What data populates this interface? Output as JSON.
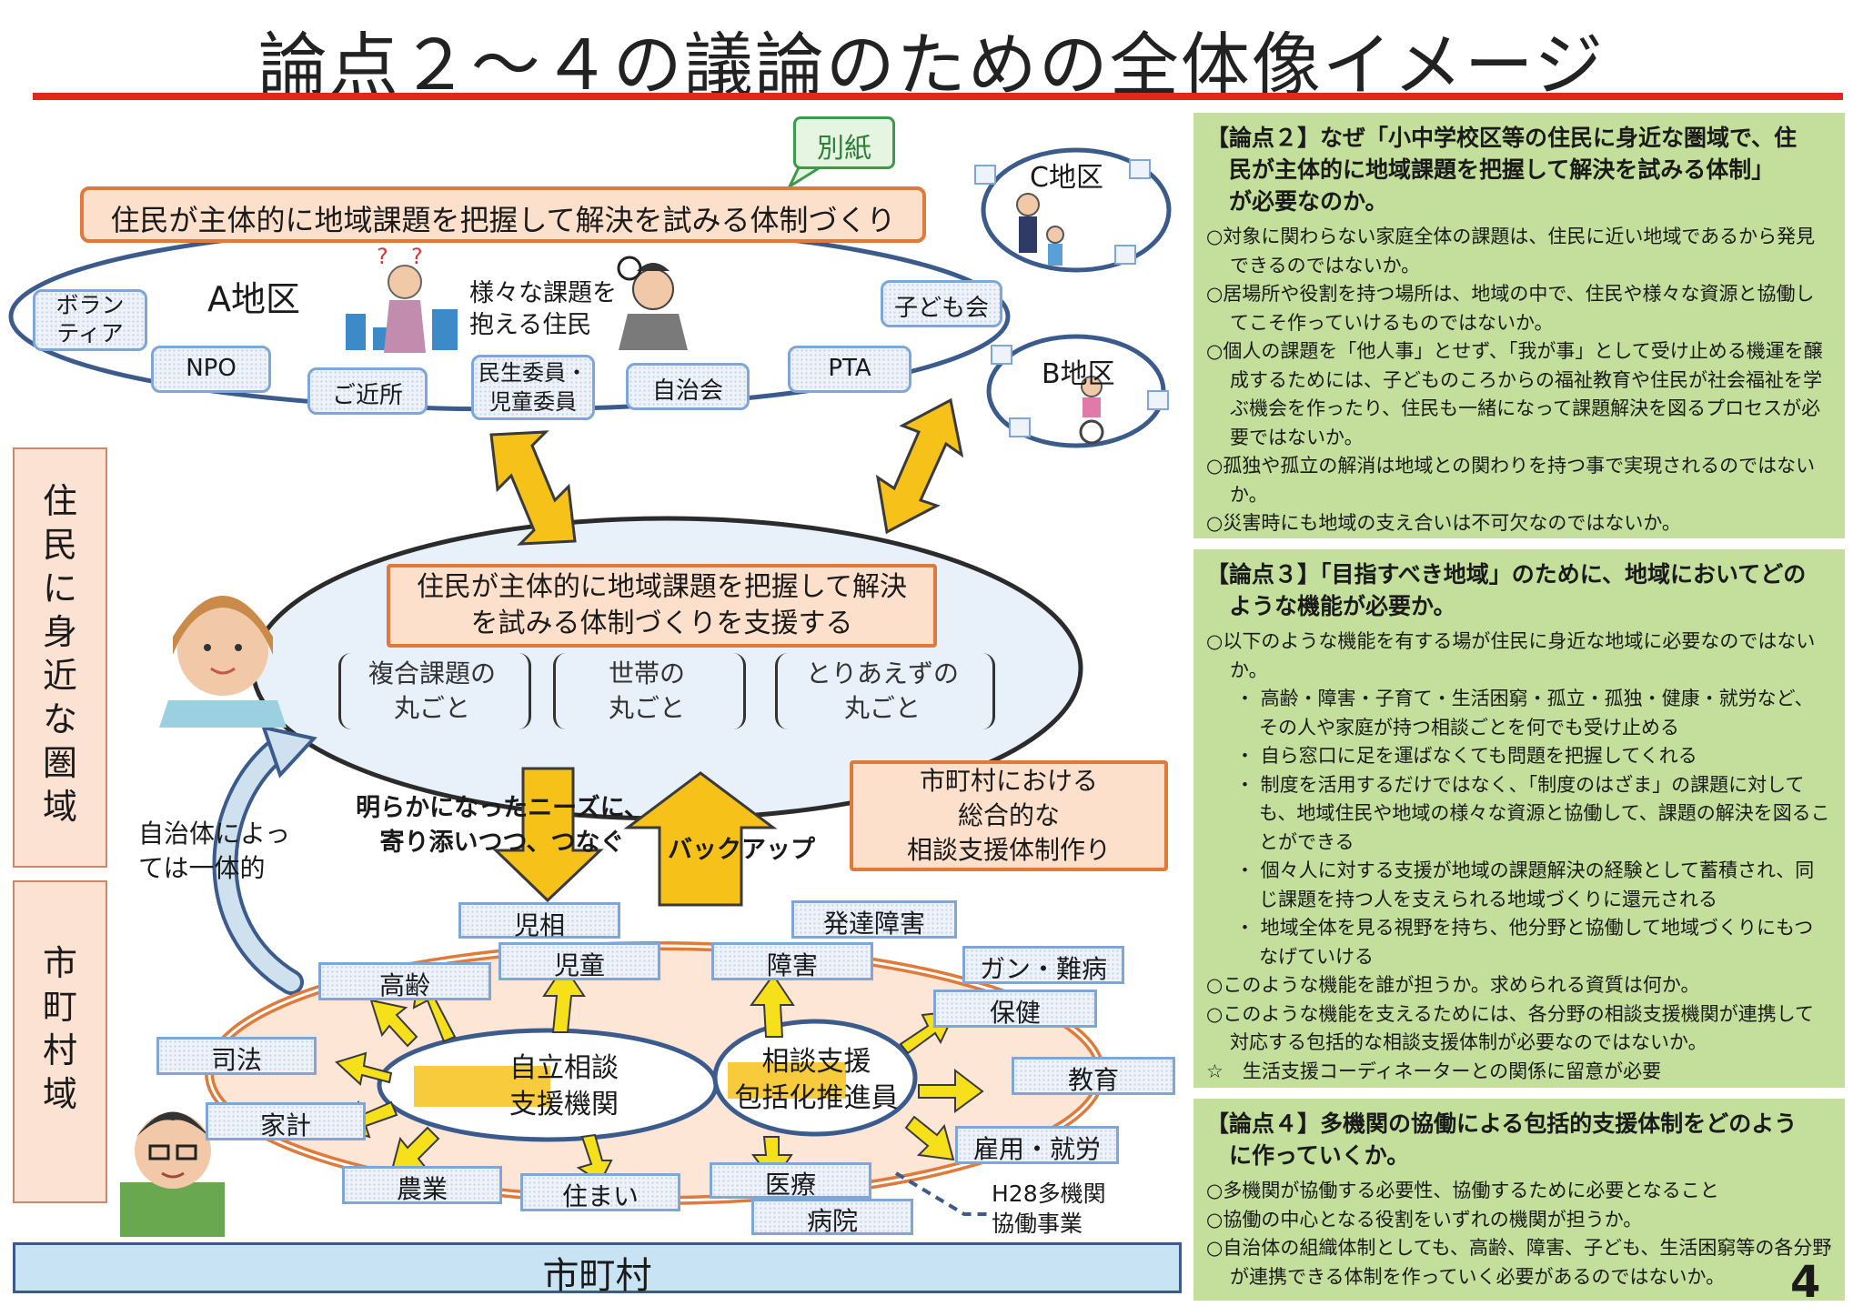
{
  "title": "論点２～４の議論のための全体像イメージ",
  "page_number": "4",
  "colors": {
    "accent_red": "#e0281c",
    "panel_green": "#c4df9b",
    "orange": "#e07a3a",
    "blue": "#3b5b8c",
    "arrow_yellow": "#f6c21a"
  },
  "left_labels": {
    "resident": [
      "住",
      "民",
      "に",
      "身",
      "近",
      "な",
      "圏",
      "域"
    ],
    "municipal": [
      "市",
      "町",
      "村",
      "域"
    ]
  },
  "top": {
    "bessi": "別紙",
    "banner": "住民が主体的に地域課題を把握して解決を試みる体制づくり",
    "district_a": "A地区",
    "district_b": "B地区",
    "district_c": "C地区",
    "various_text": "様々な課題を\n抱える住民",
    "nodes": {
      "volunteer": "ボラン\nティア",
      "npo": "NPO",
      "neighbors": "ご近所",
      "minsei": "民生委員・\n児童委員",
      "jichikai": "自治会",
      "pta": "PTA",
      "kodomokai": "子ども会"
    }
  },
  "middle": {
    "support_title": "住民が主体的に地域課題を把握して解決\nを試みる体制づくりを支援する",
    "brackets": [
      "複合課題の\n丸ごと",
      "世帯の\n丸ごと",
      "とりあえずの\n丸ごと"
    ],
    "needs_text": "明らかになったニーズに、\n寄り添いつつ、つなぐ",
    "backup_text": "バックアップ",
    "integrated_text": "自治体によっ\nては一体的",
    "municipal_box": "市町村における\n総合的な\n相談支援体制作り"
  },
  "bottom": {
    "center_left": "自立相談\n支援機関",
    "center_right": "相談支援\n包括化推進員",
    "nodes": {
      "jiso": "児相",
      "jidou": "児童",
      "koureii": "高齢",
      "shihou": "司法",
      "kakei": "家計",
      "nougyou": "農業",
      "sumai": "住まい",
      "iryou": "医療",
      "byouin": "病院",
      "koyou": "雇用・就労",
      "kyouiku": "教育",
      "hoken": "保健",
      "gan": "ガン・難病",
      "shougai": "障害",
      "hattatsu": "発達障害"
    },
    "h28": "H28多機関\n協働事業",
    "footer_bar": "市町村"
  },
  "panels": [
    {
      "heading": "【論点２】なぜ「小中学校区等の住民に身近な圏域で、住\n　民が主体的に地域課題を把握して解決を試みる体制」\n　が必要なのか。",
      "items": [
        "○対象に関わらない家庭全体の課題は、住民に近い地域であるから発見できるのではないか。",
        "○居場所や役割を持つ場所は、地域の中で、住民や様々な資源と協働してこそ作っていけるものではないか。",
        "○個人の課題を「他人事」とせず、「我が事」として受け止める機運を醸成するためには、子どものころからの福祉教育や住民が社会福祉を学ぶ機会を作ったり、住民も一緒になって課題解決を図るプロセスが必要ではないか。",
        "○孤独や孤立の解消は地域との関わりを持つ事で実現されるのではないか。",
        "○災害時にも地域の支え合いは不可欠なのではないか。"
      ]
    },
    {
      "heading": "【論点３】「目指すべき地域」のために、地域においてどの\n　ような機能が必要か。",
      "items": [
        "○以下のような機能を有する場が住民に身近な地域に必要なのではないか。"
      ],
      "subitems": [
        "・ 高齢・障害・子育て・生活困窮・孤立・孤独・健康・就労など、その人や家庭が持つ相談ごとを何でも受け止める",
        "・ 自ら窓口に足を運ばなくても問題を把握してくれる",
        "・ 制度を活用するだけではなく、「制度のはざま」の課題に対しても、地域住民や地域の様々な資源と協働して、課題の解決を図ることができる",
        "・ 個々人に対する支援が地域の課題解決の経験として蓄積され、同じ課題を持つ人を支えられる地域づくりに還元される",
        "・ 地域全体を見る視野を持ち、他分野と協働して地域づくりにもつなげていける"
      ],
      "items2": [
        "○このような機能を誰が担うか。求められる資質は何か。",
        "○このような機能を支えるためには、各分野の相談支援機関が連携して対応する包括的な相談支援体制が必要なのではないか。",
        "☆　生活支援コーディネーターとの関係に留意が必要"
      ]
    },
    {
      "heading": "【論点４】多機関の協働による包括的支援体制をどのよう\n　に作っていくか。",
      "items": [
        "○多機関が協働する必要性、協働するために必要となること",
        "○協働の中心となる役割をいずれの機関が担うか。",
        "○自治体の組織体制としても、高齢、障害、子ども、生活困窮等の各分野が連携できる体制を作っていく必要があるのではないか。"
      ]
    }
  ]
}
